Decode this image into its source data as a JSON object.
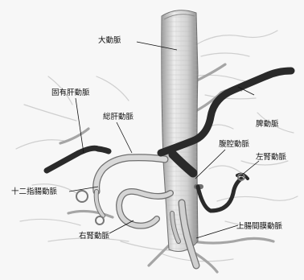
{
  "labels": {
    "aorta": "大動脈",
    "proper_hepatic": "固有肝動脈",
    "common_hepatic": "総肝動脈",
    "splenic": "脾動脈",
    "celiac": "腹腔動脈",
    "left_renal": "左腎動脈",
    "duodenal": "十二指腸動脈",
    "right_renal": "右腎動脈",
    "sma": "上腸間膜動脈"
  }
}
